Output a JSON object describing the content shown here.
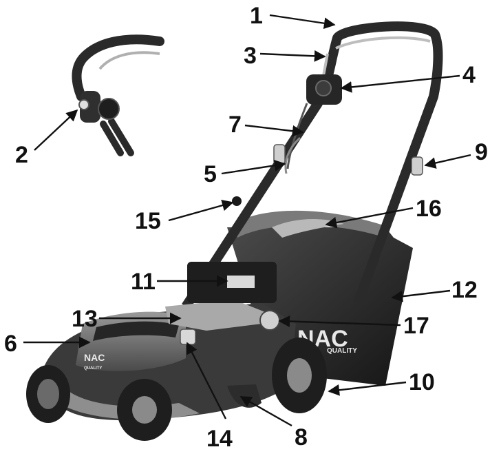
{
  "callouts": [
    {
      "number": "1"
    },
    {
      "number": "2"
    },
    {
      "number": "3"
    },
    {
      "number": "4"
    },
    {
      "number": "5"
    },
    {
      "number": "6"
    },
    {
      "number": "7"
    },
    {
      "number": "8"
    },
    {
      "number": "9"
    },
    {
      "number": "10"
    },
    {
      "number": "11"
    },
    {
      "number": "12"
    },
    {
      "number": "13"
    },
    {
      "number": "14"
    },
    {
      "number": "15"
    },
    {
      "number": "16"
    },
    {
      "number": "17"
    }
  ],
  "branding": {
    "grass_box_logo": "NAC",
    "grass_box_tagline": "QUALITY",
    "deck_logo": "NAC",
    "deck_tagline": "QUALITY"
  },
  "colors": {
    "body": "#3a3a3a",
    "body_light": "#8a8a8a",
    "handle": "#2a2a2a",
    "grass_box": "#1e1e1e",
    "label_text": "#111111",
    "arrow": "#111111"
  }
}
